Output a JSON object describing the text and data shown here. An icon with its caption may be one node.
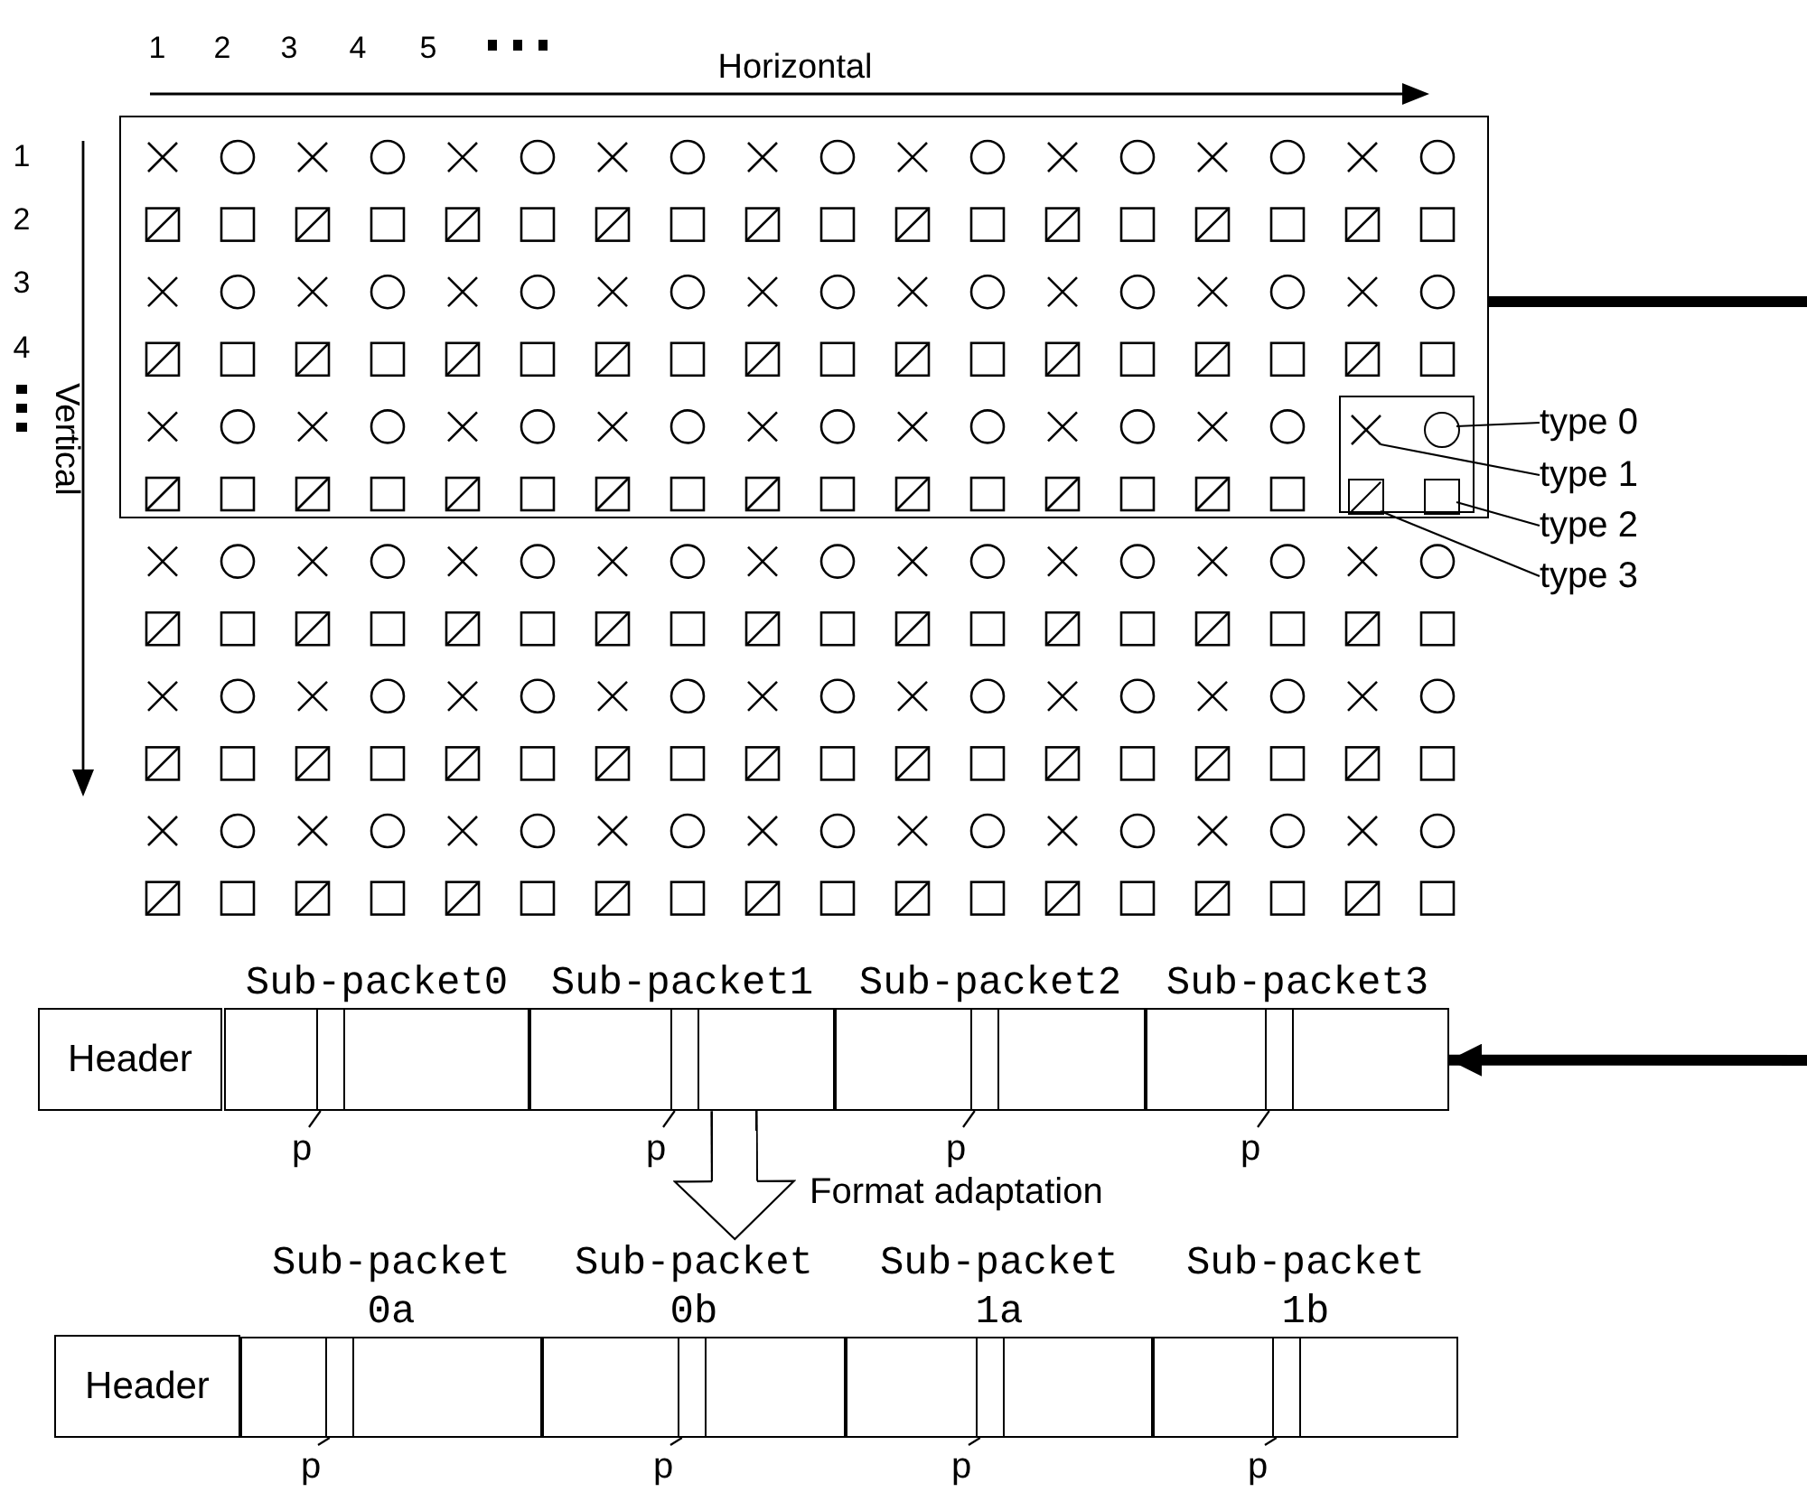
{
  "diagram": {
    "nodes": [
      {
        "text": [],
        "shape": "box"
      },
      {
        "text": [],
        "shape": "box",
        "in": 0
      },
      {
        "text": [],
        "shape": "cross",
        "in": 1
      },
      {
        "text": [],
        "shape": "circle",
        "in": 1
      },
      {
        "text": [],
        "shape": "box",
        "in": 1
      },
      {
        "text": [],
        "shape": "box",
        "in": 1
      },
      {
        "text": [
          "type 0"
        ]
      },
      {
        "text": [
          "type 1"
        ]
      },
      {
        "text": [
          "type 2"
        ]
      },
      {
        "text": [
          "type 3"
        ]
      },
      {
        "text": [
          "Header"
        ]
      },
      {
        "text": [
          "Sub-packet0"
        ]
      },
      {
        "text": [],
        "shape": "bar",
        "in": 11
      },
      {
        "text": [
          "p"
        ]
      },
      {
        "text": [
          "Sub-packet1"
        ]
      },
      {
        "text": [],
        "shape": "bar",
        "in": 14
      },
      {
        "text": [
          "p"
        ]
      },
      {
        "text": [
          "Sub-packet2"
        ]
      },
      {
        "text": [],
        "shape": "bar",
        "in": 17
      },
      {
        "text": [
          "p"
        ]
      },
      {
        "text": [
          "Sub-packet3"
        ]
      },
      {
        "text": [],
        "shape": "bar",
        "in": 20
      },
      {
        "text": [
          "p"
        ]
      },
      {
        "text": [
          "Header"
        ]
      },
      {
        "text": [
          "Sub-packet 0a"
        ]
      },
      {
        "text": [],
        "shape": "bar",
        "in": 24
      },
      {
        "text": [
          "p"
        ]
      },
      {
        "text": [
          "Sub-packet 0b"
        ]
      },
      {
        "text": [],
        "shape": "bar",
        "in": 27
      },
      {
        "text": [
          "p"
        ]
      },
      {
        "text": [
          "Sub-packet 1a"
        ]
      },
      {
        "text": [],
        "shape": "bar",
        "in": 30
      },
      {
        "text": [
          "p"
        ]
      },
      {
        "text": [
          "Sub-packet 1b"
        ]
      },
      {
        "text": [],
        "shape": "bar",
        "in": 33
      },
      {
        "text": [
          "p"
        ]
      }
    ],
    "edges": [
      {
        "from": 6,
        "to": 3,
        "arrow": "none"
      },
      {
        "from": 7,
        "to": 2,
        "arrow": "none"
      },
      {
        "from": 8,
        "to": 5,
        "arrow": "none"
      },
      {
        "from": 9,
        "to": 4,
        "arrow": "none"
      },
      {
        "from": 13,
        "to": 12,
        "arrow": "none"
      },
      {
        "from": 16,
        "to": 15,
        "arrow": "none"
      },
      {
        "from": 19,
        "to": 18,
        "arrow": "none"
      },
      {
        "from": 22,
        "to": 21,
        "arrow": "none"
      },
      {
        "from": 26,
        "to": 25,
        "arrow": "none"
      },
      {
        "from": 29,
        "to": 28,
        "arrow": "none"
      },
      {
        "from": 32,
        "to": 31,
        "arrow": "none"
      },
      {
        "from": 35,
        "to": 34,
        "arrow": "none"
      },
      {
        "from": 14,
        "to": 27,
        "arrow": "to",
        "label": "Format adaptation",
        "style": "thick"
      },
      {
        "from": 0,
        "to": null,
        "arrow": "none",
        "style": "thick"
      },
      {
        "from": null,
        "to": 20,
        "arrow": "to",
        "style": "thick"
      }
    ],
    "labels": [
      "1",
      "2",
      "3",
      "4",
      "5",
      "Horizontal",
      "1",
      "2",
      "3",
      "4",
      "Vertical"
    ]
  }
}
